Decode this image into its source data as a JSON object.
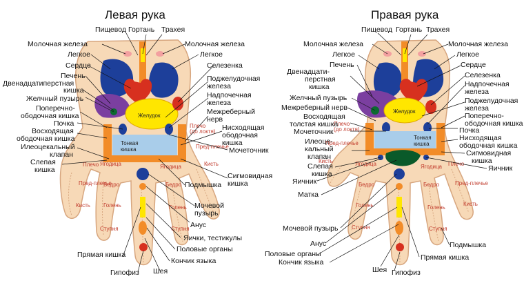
{
  "left": {
    "title": "Левая рука",
    "labels": [
      {
        "id": "esophagus",
        "text": "Пищевод"
      },
      {
        "id": "larynx",
        "text": "Гортань"
      },
      {
        "id": "trachea",
        "text": "Трахея"
      },
      {
        "id": "mammary-l",
        "text": "Молочная железа"
      },
      {
        "id": "mammary-r",
        "text": "Молочная железа"
      },
      {
        "id": "lung-l",
        "text": "Легкое"
      },
      {
        "id": "lung-r",
        "text": "Легкое"
      },
      {
        "id": "heart",
        "text": "Сердце"
      },
      {
        "id": "spleen",
        "text": "Селезенка"
      },
      {
        "id": "liver",
        "text": "Печень"
      },
      {
        "id": "duodenum1",
        "text": "Двенадцатиперстная"
      },
      {
        "id": "duodenum2",
        "text": "кишка"
      },
      {
        "id": "pancreas1",
        "text": "Поджелудочная"
      },
      {
        "id": "pancreas2",
        "text": "железа"
      },
      {
        "id": "gallbladder",
        "text": "Желчный пузырь"
      },
      {
        "id": "adrenal1",
        "text": "Надпочечная"
      },
      {
        "id": "adrenal2",
        "text": "железа"
      },
      {
        "id": "transverse1",
        "text": "Поперечно-"
      },
      {
        "id": "transverse2",
        "text": "ободочная кишка"
      },
      {
        "id": "intercostal1",
        "text": "Межреберный"
      },
      {
        "id": "intercostal2",
        "text": "нерв"
      },
      {
        "id": "kidney",
        "text": "Почка"
      },
      {
        "id": "ascending1",
        "text": "Восходящая"
      },
      {
        "id": "ascending2",
        "text": "ободочная кишка"
      },
      {
        "id": "descending1",
        "text": "Нисходящая"
      },
      {
        "id": "descending2",
        "text": "ободочная"
      },
      {
        "id": "descending3",
        "text": "кишка"
      },
      {
        "id": "ileocecal1",
        "text": "Илеоцекальный"
      },
      {
        "id": "ileocecal2",
        "text": "клапан"
      },
      {
        "id": "ureter",
        "text": "Мочеточник"
      },
      {
        "id": "blind1",
        "text": "Слепая"
      },
      {
        "id": "blind2",
        "text": "кишка"
      },
      {
        "id": "sigmoid1",
        "text": "Сигмовидная"
      },
      {
        "id": "sigmoid2",
        "text": "кишка"
      },
      {
        "id": "armpit",
        "text": "Подмышка"
      },
      {
        "id": "bladder1",
        "text": "Мочевой"
      },
      {
        "id": "bladder2",
        "text": "пузырь"
      },
      {
        "id": "anus",
        "text": "Анус"
      },
      {
        "id": "ovaries",
        "text": "Яички, тестикулы"
      },
      {
        "id": "genitals",
        "text": "Половые органы"
      },
      {
        "id": "tongue",
        "text": "Кончик языка"
      },
      {
        "id": "neck",
        "text": "Шея"
      },
      {
        "id": "rectum",
        "text": "Прямая кишка"
      },
      {
        "id": "pituitary",
        "text": "Гипофиз"
      }
    ],
    "organ_text": {
      "stomach": "Желудок",
      "small_intestine1": "Тонкая",
      "small_intestine2": "кишка"
    },
    "finger_text": {
      "shoulder": "Плечо",
      "elbow": "(до локтя)",
      "forearm": "Пред-плечье",
      "wrist": "Кисть",
      "buttock": "Ягодица",
      "thigh": "Бедро",
      "shin": "Голень",
      "foot": "Ступня"
    }
  },
  "right": {
    "title": "Правая рука",
    "labels": [
      {
        "id": "esophagus",
        "text": "Пищевод"
      },
      {
        "id": "larynx",
        "text": "Гортань"
      },
      {
        "id": "trachea",
        "text": "Трахея"
      },
      {
        "id": "mammary-l",
        "text": "Молочная железа"
      },
      {
        "id": "mammary-r",
        "text": "Молочная железа"
      },
      {
        "id": "lung-l",
        "text": "Легкое"
      },
      {
        "id": "lung-r",
        "text": "Легкое"
      },
      {
        "id": "liver",
        "text": "Печень"
      },
      {
        "id": "heart",
        "text": "Сердце"
      },
      {
        "id": "duodenum1",
        "text": "Двенадцати-"
      },
      {
        "id": "duodenum2",
        "text": "перстная"
      },
      {
        "id": "duodenum3",
        "text": "кишка"
      },
      {
        "id": "spleen",
        "text": "Селезенка"
      },
      {
        "id": "adrenal1",
        "text": "Надпочечная"
      },
      {
        "id": "adrenal2",
        "text": "железа"
      },
      {
        "id": "gallbladder",
        "text": "Желчный пузырь"
      },
      {
        "id": "pancreas1",
        "text": "Поджелудочная"
      },
      {
        "id": "pancreas2",
        "text": "железа"
      },
      {
        "id": "intercostal",
        "text": "Межреберный нерв"
      },
      {
        "id": "transverse1",
        "text": "Поперечно-"
      },
      {
        "id": "transverse2",
        "text": "ободочная кишка"
      },
      {
        "id": "ascending1",
        "text": "Восходящая"
      },
      {
        "id": "ascending2",
        "text": "толстая кишка"
      },
      {
        "id": "kidney",
        "text": "Почка"
      },
      {
        "id": "ureter",
        "text": "Мочеточник"
      },
      {
        "id": "descending1",
        "text": "Нисходящая"
      },
      {
        "id": "descending2",
        "text": "ободочная кишка"
      },
      {
        "id": "ileocecal1",
        "text": "Илеоце-"
      },
      {
        "id": "ileocecal2",
        "text": "кальный"
      },
      {
        "id": "ileocecal3",
        "text": "клапан"
      },
      {
        "id": "sigmoid1",
        "text": "Сигмовидная"
      },
      {
        "id": "sigmoid2",
        "text": "кишка"
      },
      {
        "id": "blind1",
        "text": "Слепая"
      },
      {
        "id": "blind2",
        "text": "кишка"
      },
      {
        "id": "ovary-r",
        "text": "Яичник"
      },
      {
        "id": "ovary-l",
        "text": "Яичник"
      },
      {
        "id": "uterus",
        "text": "Матка"
      },
      {
        "id": "bladder",
        "text": "Мочевой пузырь"
      },
      {
        "id": "armpit",
        "text": "Подмышка"
      },
      {
        "id": "anus",
        "text": "Анус"
      },
      {
        "id": "genitals",
        "text": "Половые органы"
      },
      {
        "id": "rectum",
        "text": "Прямая кишка"
      },
      {
        "id": "tongue",
        "text": "Кончик языка"
      },
      {
        "id": "neck",
        "text": "Шея"
      },
      {
        "id": "pituitary",
        "text": "Гипофиз"
      }
    ],
    "organ_text": {
      "stomach": "Желудок",
      "small_intestine1": "Тонкая",
      "small_intestine2": "кишка"
    },
    "finger_text": {
      "shoulder": "Плечо",
      "elbow": "(до локтя)",
      "forearm": "Пред-плечье",
      "wrist": "Кисть",
      "buttock": "Ягодица",
      "thigh": "Бедро",
      "shin": "Голень",
      "foot": "Ступня"
    }
  },
  "colors": {
    "skin": "#f7d9b7",
    "skin_edge": "#d7a67f",
    "lung": "#1d3f9a",
    "heart": "#d7301f",
    "liver": "#e8531b",
    "stomach": "#ffe600",
    "small_intestine": "#a9cdea",
    "colon": "#f28c28",
    "gallbladder": "#0b6b2f",
    "purple": "#7b3fa0",
    "uterus": "#0a5a2a",
    "dot_red": "#d7301f",
    "dot_blue": "#1d3f9a",
    "dot_yellow": "#ffe600"
  }
}
